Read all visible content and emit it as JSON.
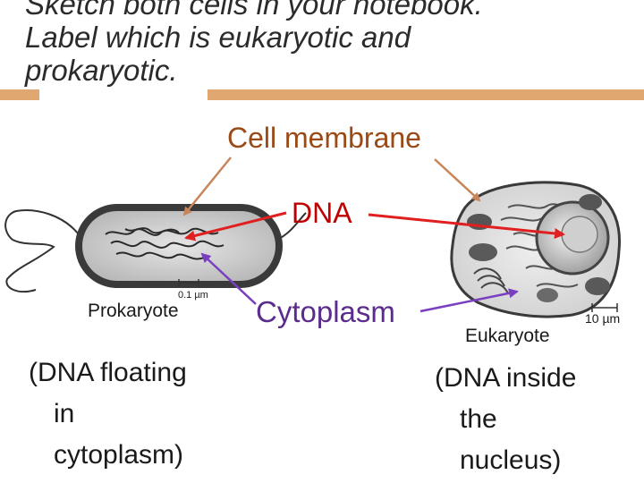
{
  "slide": {
    "instruction_lines": [
      "Sketch both cells in your notebook.",
      "Label which is eukaryotic and",
      "prokaryotic."
    ]
  },
  "labels": {
    "cell_membrane": "Cell membrane",
    "dna": "DNA",
    "cytoplasm": "Cytoplasm",
    "prokaryote": "Prokaryote",
    "eukaryote": "Eukaryote",
    "scale_small": "0.1 µm",
    "scale_large": "10 µm"
  },
  "notes": {
    "prokaryote": [
      "(DNA floating",
      "in",
      "cytoplasm)"
    ],
    "eukaryote": [
      "(DNA inside",
      "the",
      "nucleus)"
    ]
  },
  "colors": {
    "accent_bar": "#e1a771",
    "membrane_arrow": "#c8855a",
    "dna_arrow": "#e02020",
    "cytoplasm_arrow": "#7a3fc0"
  }
}
